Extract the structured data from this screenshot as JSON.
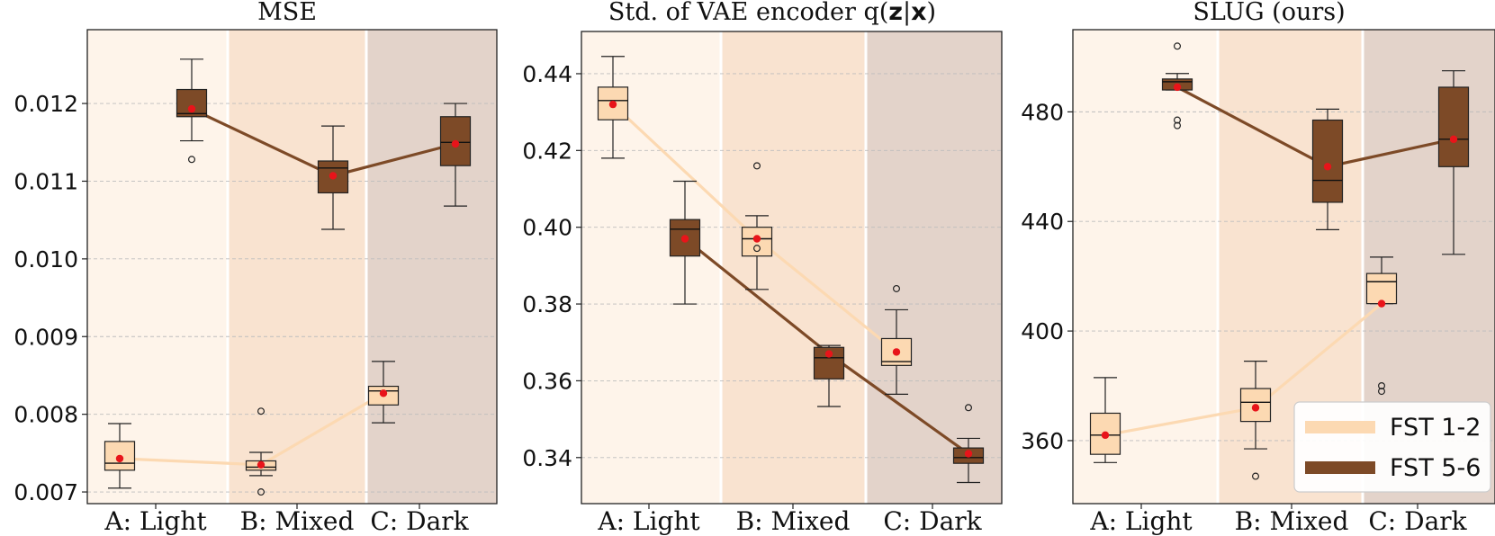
{
  "chart_data": [
    {
      "type": "box",
      "title": "MSE",
      "categories": [
        "A: Light",
        "B: Mixed",
        "C: Dark"
      ],
      "ylim": [
        0.00685,
        0.01295
      ],
      "yticks": [
        0.007,
        0.008,
        0.009,
        0.01,
        0.011,
        0.012
      ],
      "ytick_labels": [
        "0.007",
        "0.008",
        "0.009",
        "0.010",
        "0.011",
        "0.012"
      ],
      "grid": true,
      "series": [
        {
          "name": "FST 1-2",
          "color": "#FCD9B2",
          "mean_line": [
            0.00743,
            0.00735,
            0.00827
          ],
          "boxes": [
            {
              "whislo": 0.00705,
              "q1": 0.00728,
              "med": 0.00737,
              "q3": 0.00765,
              "whishi": 0.00788,
              "mean": 0.00743,
              "fliers": []
            },
            {
              "whislo": 0.00721,
              "q1": 0.00728,
              "med": 0.00732,
              "q3": 0.0074,
              "whishi": 0.00751,
              "mean": 0.00735,
              "fliers": [
                0.00804,
                0.007
              ]
            },
            {
              "whislo": 0.00789,
              "q1": 0.00812,
              "med": 0.0083,
              "q3": 0.00836,
              "whishi": 0.00868,
              "mean": 0.00827,
              "fliers": []
            }
          ]
        },
        {
          "name": "FST 5-6",
          "color": "#7D4A27",
          "mean_line": [
            0.01193,
            0.01107,
            0.01148
          ],
          "boxes": [
            {
              "whislo": 0.01152,
              "q1": 0.01183,
              "med": 0.01187,
              "q3": 0.01218,
              "whishi": 0.01257,
              "mean": 0.01193,
              "fliers": [
                0.01128
              ]
            },
            {
              "whislo": 0.01038,
              "q1": 0.01085,
              "med": 0.01117,
              "q3": 0.01126,
              "whishi": 0.01171,
              "mean": 0.01107,
              "fliers": []
            },
            {
              "whislo": 0.01068,
              "q1": 0.0112,
              "med": 0.0115,
              "q3": 0.01183,
              "whishi": 0.012,
              "mean": 0.01148,
              "fliers": []
            }
          ]
        }
      ]
    },
    {
      "type": "box",
      "title": "Std. of VAE encoder  q(",
      "title_bold": "z",
      "title_mid": "|",
      "title_bold2": "x",
      "title_end": ")",
      "categories": [
        "A: Light",
        "B: Mixed",
        "C: Dark"
      ],
      "ylim": [
        0.328,
        0.451
      ],
      "yticks": [
        0.34,
        0.36,
        0.38,
        0.4,
        0.42,
        0.44
      ],
      "ytick_labels": [
        "0.34",
        "0.36",
        "0.38",
        "0.40",
        "0.42",
        "0.44"
      ],
      "grid": true,
      "series": [
        {
          "name": "FST 1-2",
          "color": "#FCD9B2",
          "mean_line": [
            0.432,
            0.397,
            0.3675
          ],
          "boxes": [
            {
              "whislo": 0.418,
              "q1": 0.428,
              "med": 0.433,
              "q3": 0.4365,
              "whishi": 0.4445,
              "mean": 0.432,
              "fliers": []
            },
            {
              "whislo": 0.3838,
              "q1": 0.3925,
              "med": 0.397,
              "q3": 0.4,
              "whishi": 0.403,
              "mean": 0.397,
              "fliers": [
                0.416,
                0.3945
              ]
            },
            {
              "whislo": 0.3565,
              "q1": 0.364,
              "med": 0.365,
              "q3": 0.371,
              "whishi": 0.3785,
              "mean": 0.3675,
              "fliers": [
                0.384
              ]
            }
          ]
        },
        {
          "name": "FST 5-6",
          "color": "#7D4A27",
          "mean_line": [
            0.397,
            0.367,
            0.341
          ],
          "boxes": [
            {
              "whislo": 0.38,
              "q1": 0.3925,
              "med": 0.3995,
              "q3": 0.402,
              "whishi": 0.412,
              "mean": 0.397,
              "fliers": []
            },
            {
              "whislo": 0.3533,
              "q1": 0.3605,
              "med": 0.366,
              "q3": 0.3687,
              "whishi": 0.3692,
              "mean": 0.367,
              "fliers": []
            },
            {
              "whislo": 0.3335,
              "q1": 0.3385,
              "med": 0.34,
              "q3": 0.3425,
              "whishi": 0.345,
              "mean": 0.341,
              "fliers": [
                0.353
              ]
            }
          ]
        }
      ]
    },
    {
      "type": "box",
      "title": "SLUG (ours)",
      "categories": [
        "A: Light",
        "B: Mixed",
        "C: Dark"
      ],
      "ylim": [
        337,
        510
      ],
      "yticks": [
        360,
        400,
        440,
        480
      ],
      "ytick_labels": [
        "360",
        "400",
        "440",
        "480"
      ],
      "grid": true,
      "legend_position": "lower-right",
      "series": [
        {
          "name": "FST 1-2",
          "color": "#FCD9B2",
          "mean_line": [
            362,
            372,
            410
          ],
          "boxes": [
            {
              "whislo": 352,
              "q1": 355,
              "med": 362,
              "q3": 370,
              "whishi": 383,
              "mean": 362,
              "fliers": []
            },
            {
              "whislo": 357,
              "q1": 367,
              "med": 374,
              "q3": 379,
              "whishi": 389,
              "mean": 372,
              "fliers": [
                347
              ]
            },
            {
              "whislo": 410,
              "q1": 410,
              "med": 418,
              "q3": 421,
              "whishi": 427,
              "mean": 410,
              "fliers": [
                380,
                378
              ]
            }
          ]
        },
        {
          "name": "FST 5-6",
          "color": "#7D4A27",
          "mean_line": [
            489,
            460,
            470
          ],
          "boxes": [
            {
              "whislo": 488,
              "q1": 488,
              "med": 491,
              "q3": 492,
              "whishi": 494,
              "mean": 489,
              "fliers": [
                504,
                477,
                475
              ]
            },
            {
              "whislo": 437,
              "q1": 447,
              "med": 455,
              "q3": 477,
              "whishi": 481,
              "mean": 460,
              "fliers": []
            },
            {
              "whislo": 428,
              "q1": 460,
              "med": 470,
              "q3": 489,
              "whishi": 495,
              "mean": 470,
              "fliers": []
            }
          ]
        }
      ]
    }
  ],
  "legend": {
    "items": [
      {
        "label": "FST 1-2",
        "color": "#FCD9B2"
      },
      {
        "label": "FST 5-6",
        "color": "#7D4A27"
      }
    ]
  },
  "region_colors": [
    "#FEF4EA",
    "#F9E3D0",
    "#E3D3CA"
  ],
  "accent": {
    "mean_marker": "#E8141A",
    "gridline": "#BDBDBD"
  }
}
